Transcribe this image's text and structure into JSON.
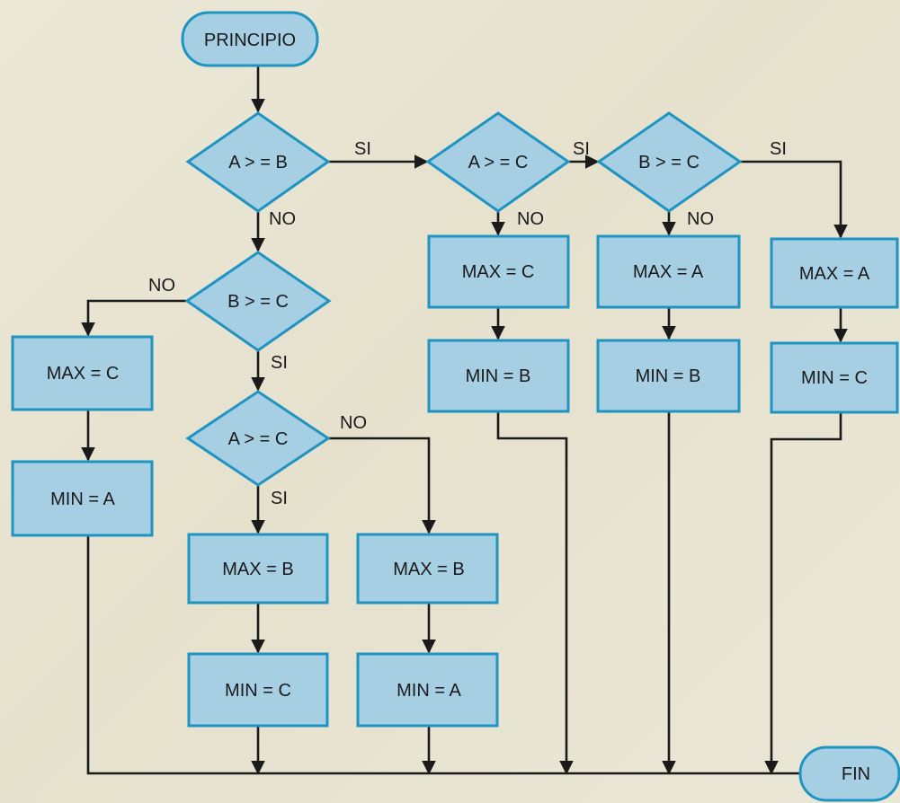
{
  "colors": {
    "background": "#ebe6d4",
    "node_fill": "#a6cfe3",
    "node_border": "#1f94c2",
    "line": "#1a1a1a"
  },
  "terminals": {
    "start": "PRINCIPIO",
    "end": "FIN"
  },
  "decisions": {
    "a_ge_b": "A > = B",
    "b_ge_c": "B > = C",
    "a_ge_c_left": "A > = C",
    "a_ge_c_top": "A > = C",
    "b_ge_c_top": "B > = C"
  },
  "processes": {
    "col1_max": "MAX = C",
    "col1_min": "MIN = A",
    "col2_max": "MAX = B",
    "col2_min": "MIN = C",
    "col3_max": "MAX = B",
    "col3_min": "MIN = A",
    "col4_max": "MAX = C",
    "col4_min": "MIN = B",
    "col5_max": "MAX = A",
    "col5_min": "MIN = B",
    "col6_max": "MAX = A",
    "col6_min": "MIN = C"
  },
  "branch_labels": {
    "a_ge_b_yes": "SI",
    "a_ge_b_no": "NO",
    "b_ge_c_no": "NO",
    "b_ge_c_yes": "SI",
    "a_ge_c_left_no": "NO",
    "a_ge_c_left_yes": "SI",
    "a_ge_c_top_yes": "SI",
    "a_ge_c_top_no": "NO",
    "b_ge_c_top_no": "NO",
    "b_ge_c_top_yes": "SI"
  }
}
